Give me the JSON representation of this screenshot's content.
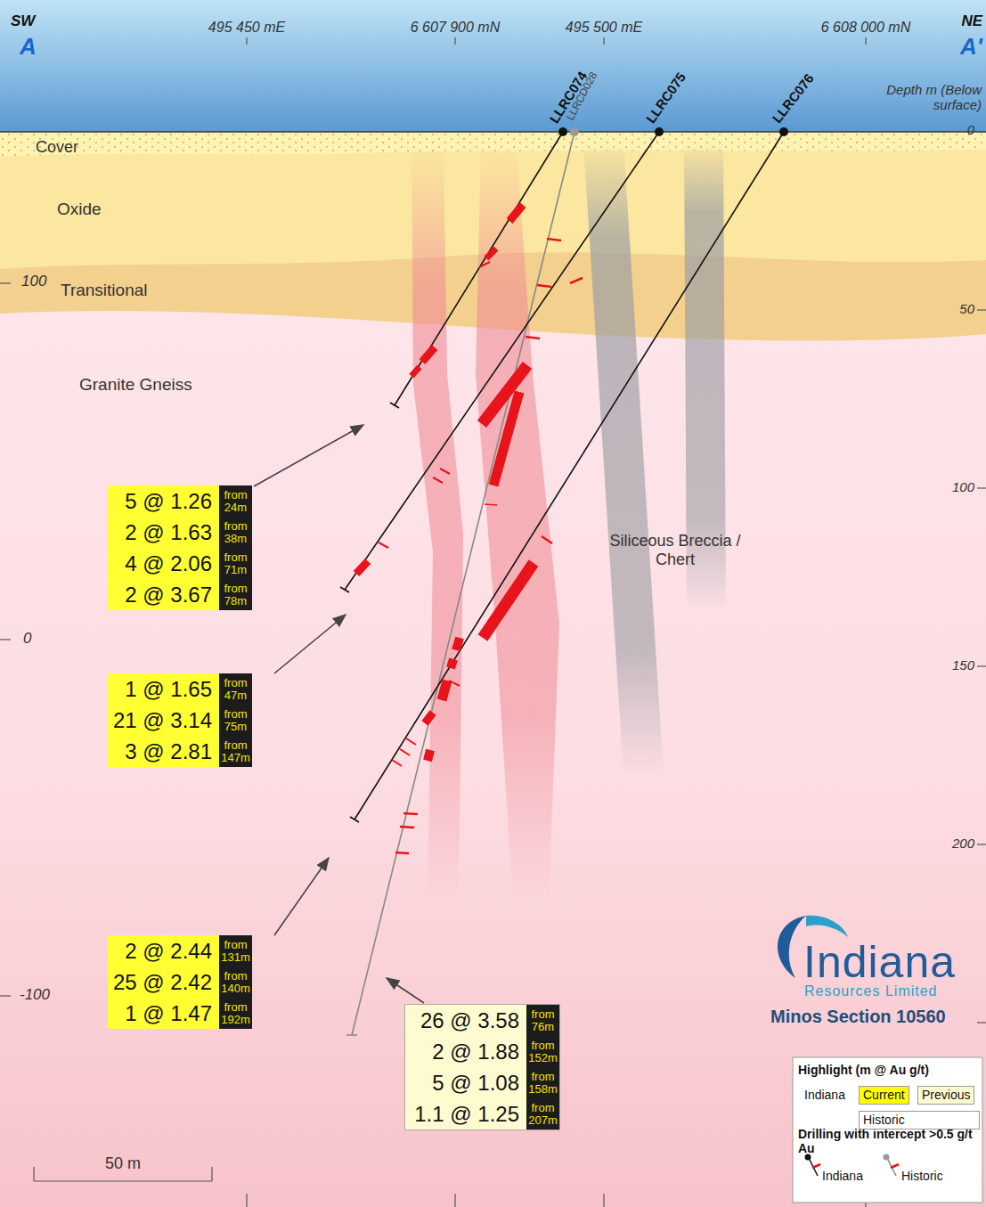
{
  "diagram": {
    "title": "Minos Section 10560",
    "nodes": [
      {
        "text": [
          "5 @ 1.26",
          "from 24m",
          "2 @ 1.63",
          "from 38m",
          "4 @ 2.06",
          "from 71m",
          "2 @ 3.67",
          "from 78m"
        ]
      },
      {
        "text": [
          "1 @ 1.65",
          "from 47m",
          "21 @ 3.14",
          "from 75m",
          "3 @ 2.81",
          "from 147m"
        ]
      },
      {
        "text": [
          "2 @ 2.44",
          "from 131m",
          "25 @ 2.42",
          "from 140m",
          "1 @ 1.47",
          "from 192m"
        ]
      },
      {
        "text": [
          "26 @ 3.58",
          "from 76m",
          "2 @ 1.88",
          "from 152m",
          "5 @ 1.08",
          "from 158m",
          "1.1 @ 1.25",
          "from 207m"
        ]
      }
    ],
    "labels": [
      "SW",
      "A",
      "NE",
      "A'",
      "495 450 mE",
      "6 607 900 mN",
      "495 500 mE",
      "6 608 000 mN",
      "Depth m (Below surface)",
      "0",
      "50",
      "100",
      "150",
      "200",
      "100",
      "0",
      "-100",
      "Cover",
      "Oxide",
      "Transitional",
      "Granite Gneiss",
      "Siliceous Breccia / Chert",
      "LLRC074",
      "LLRCD028",
      "LLRC075",
      "LLRC076",
      "50 m",
      "Indiana",
      "Resources Limited",
      "Highlight (m @ Au g/t)",
      "Indiana",
      "Drilling with intercept >0.5 g/t Au"
    ],
    "legend": [
      {
        "text": "Current",
        "color": "#ffff00"
      },
      {
        "text": "Previous",
        "color": "#fffbd0"
      },
      {
        "text": "Historic",
        "color": "#ffffff"
      },
      {
        "text": "Indiana"
      },
      {
        "text": "Historic"
      }
    ]
  }
}
